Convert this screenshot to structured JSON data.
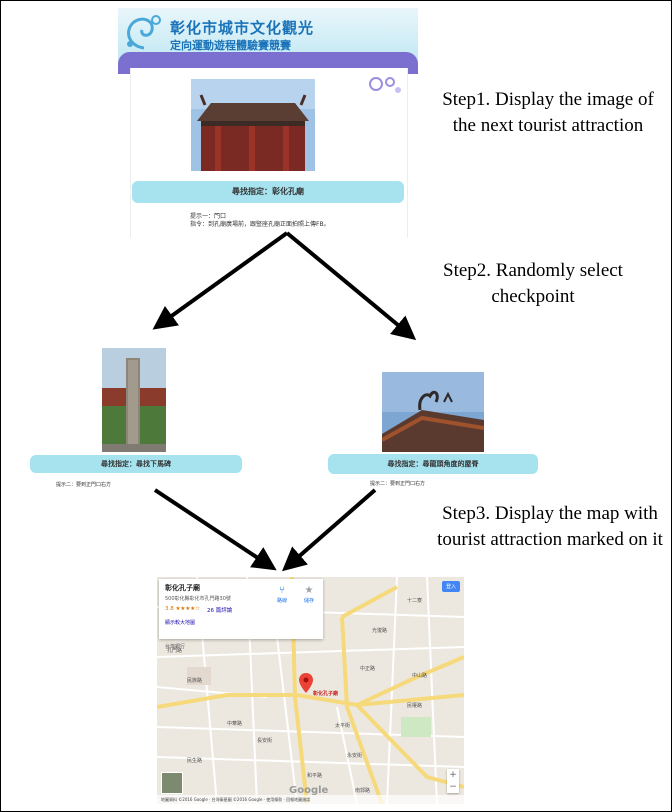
{
  "steps": {
    "step1": "Step1. Display the image of the next tourist attraction",
    "step2": "Step2. Randomly select checkpoint",
    "step3": "Step3. Display the map with tourist attraction marked on it"
  },
  "screen1": {
    "title": "彰化市城市文化觀光",
    "subtitle": "定向運動遊程體驗賽競賽",
    "bar": "尋找指定：彰化孔廟",
    "hint": "提示一：門口",
    "instruction": "指令：到孔廟廣場前，跟豎座孔廟正面拍照上傳FB。"
  },
  "screen2": {
    "bar": "尋找指定：尋找下馬碑",
    "hint": "提示二：要到正門口右方"
  },
  "screen3": {
    "bar": "尋找指定：尋龍頭角度的屋脊",
    "hint": "提示二：要到正門口右方"
  },
  "map": {
    "place_name": "彰化孔子廟",
    "address": "500彰化縣彰化市孔門路30號",
    "rating": "3.8 ★★★★☆",
    "reviews": "26 篇評論",
    "larger_map": "顯示較大地圖",
    "directions": "路線",
    "save": "儲存",
    "sign_in": "登入",
    "pin_label": "彰化孔子廟",
    "zoom_in": "+",
    "zoom_out": "−",
    "google": "Google",
    "footer": "地圖資料 ©2016 Google · 台灣衛星圖 ©2016 Google · 使用條款 · 回報地圖錯誤",
    "streets": [
      "孔門路",
      "民族路",
      "中華路",
      "光復路",
      "永安街",
      "民生路",
      "太平街",
      "中正路",
      "長安街",
      "和平路",
      "台灣銀行",
      "南郭路",
      "十二寮",
      "中山路",
      "民權路"
    ]
  }
}
